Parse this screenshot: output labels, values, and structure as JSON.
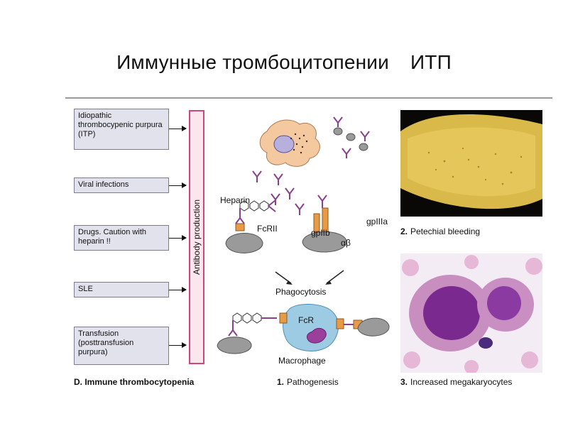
{
  "title": {
    "main": "Иммунные тромбоцитопении",
    "abbr": "ИТП"
  },
  "causes": [
    {
      "label": "Idiopathic thrombocypenic purpura (ITP)"
    },
    {
      "label": "Viral infections"
    },
    {
      "label": "Drugs. Caution with heparin !!"
    },
    {
      "label": "SLE"
    },
    {
      "label": "Transfusion (posttransfusion purpura)"
    }
  ],
  "antibody_bar_label": "Antibody production",
  "pathogenesis": {
    "heparin_label": "Heparin",
    "fcrii_label": "FcRII",
    "gpiib_label": "gpIIb",
    "gpiiia_label": "gpIIIa",
    "alpha_beta_label": "αβ",
    "phagocytosis_label": "Phagocytosis",
    "fcr_label": "FcR",
    "macrophage_label": "Macrophage"
  },
  "captions": {
    "panel_d": "D. Immune thrombocytopenia",
    "pathogenesis_num": "1.",
    "pathogenesis": "Pathogenesis",
    "petechial_num": "2.",
    "petechial": "Petechial bleeding",
    "megakaryocytes_num": "3.",
    "megakaryocytes": "Increased megakaryocytes"
  },
  "colors": {
    "cause_box": "#e2e2ec",
    "antibody_bar_border": "#d0457a",
    "antibody": "#8a3f8f",
    "platelet": "#9a9a9a",
    "macrophage": "#9ecbe4",
    "receptor": "#e89b47"
  }
}
